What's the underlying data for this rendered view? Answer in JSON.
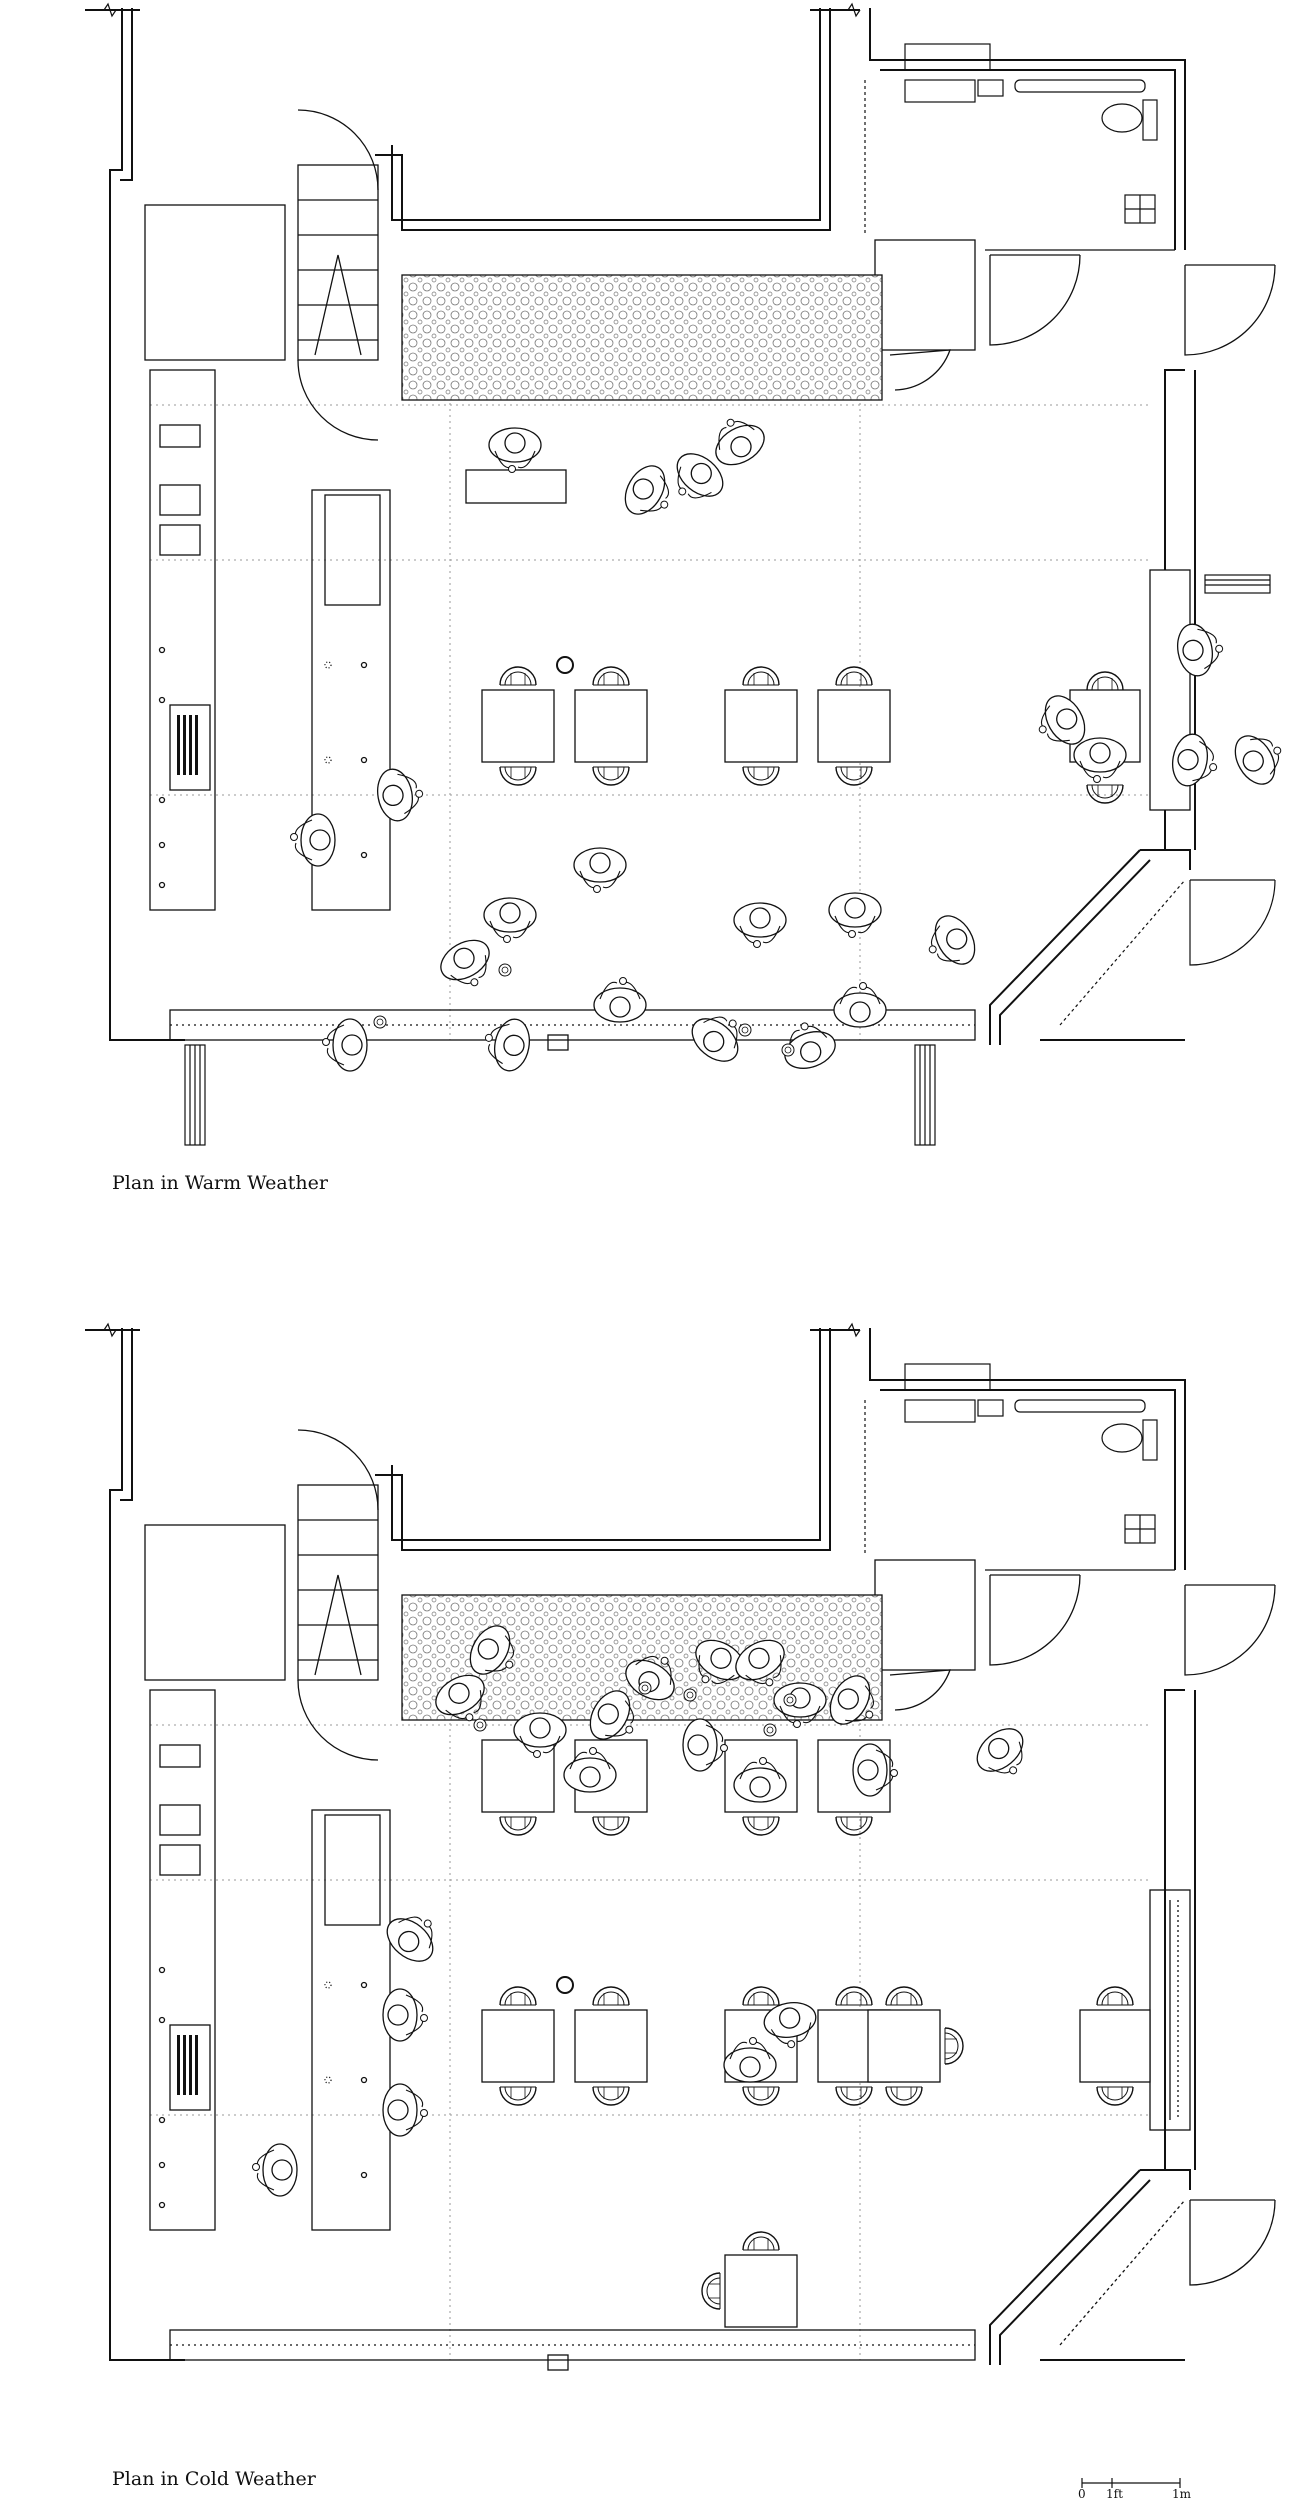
{
  "plans": [
    {
      "caption": "Plan in Warm Weather"
    },
    {
      "caption": "Plan in Cold Weather"
    }
  ],
  "scale_bar": {
    "labels": [
      "0",
      "1ft",
      "1m"
    ]
  },
  "colors": {
    "line": "#111111",
    "grid": "#9a9a9a",
    "paving": "#8c8c8c",
    "paper": "#ffffff"
  }
}
